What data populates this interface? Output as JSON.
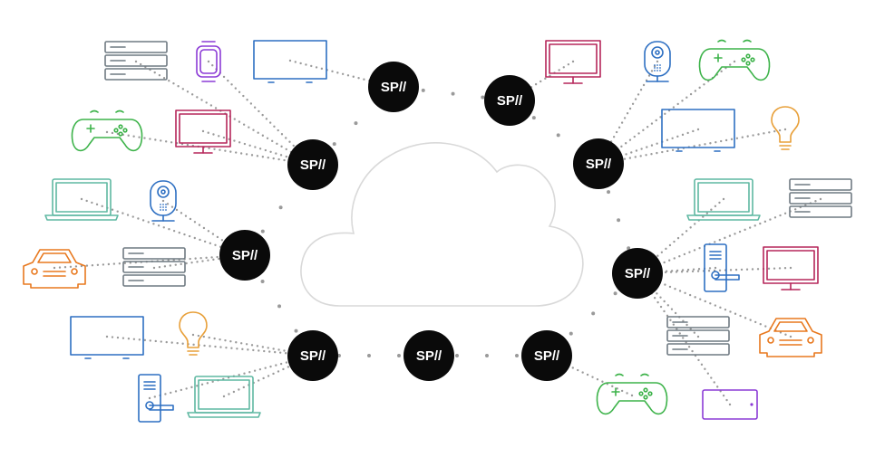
{
  "hub_label": "SP//",
  "colors": {
    "node_fill": "#0a0a0a",
    "link_dot": "#9a9a9a",
    "cloud_stroke": "#d9d9d9",
    "device_gray": "#6f7a82",
    "device_green": "#3db34a",
    "device_purple": "#8c3bd6",
    "device_blue": "#2d6fc2",
    "device_magenta": "#b5265a",
    "device_teal": "#5fb8a2",
    "device_orange": "#e8781e",
    "device_amber": "#e8a03a"
  },
  "nodes": [
    {
      "id": "n1"
    },
    {
      "id": "n2"
    },
    {
      "id": "n3"
    },
    {
      "id": "n4"
    },
    {
      "id": "n5"
    },
    {
      "id": "n6"
    },
    {
      "id": "n7"
    },
    {
      "id": "n8"
    },
    {
      "id": "n9"
    },
    {
      "id": "n10"
    }
  ],
  "devices": [
    {
      "id": "d1",
      "kind": "server-stack",
      "color": "device_gray",
      "node": "n1"
    },
    {
      "id": "d2",
      "kind": "smartwatch",
      "color": "device_purple",
      "node": "n1"
    },
    {
      "id": "d3",
      "kind": "tv",
      "color": "device_blue",
      "node": "n2"
    },
    {
      "id": "d4",
      "kind": "gamepad",
      "color": "device_green",
      "node": "n1"
    },
    {
      "id": "d5",
      "kind": "monitor",
      "color": "device_magenta",
      "node": "n1"
    },
    {
      "id": "d6",
      "kind": "laptop",
      "color": "device_teal",
      "node": "n3"
    },
    {
      "id": "d7",
      "kind": "security-camera",
      "color": "device_blue",
      "node": "n3"
    },
    {
      "id": "d8",
      "kind": "car",
      "color": "device_orange",
      "node": "n3"
    },
    {
      "id": "d9",
      "kind": "server-stack",
      "color": "device_gray",
      "node": "n3"
    },
    {
      "id": "d10",
      "kind": "tv",
      "color": "device_blue",
      "node": "n4"
    },
    {
      "id": "d11",
      "kind": "lightbulb",
      "color": "device_amber",
      "node": "n4"
    },
    {
      "id": "d12",
      "kind": "door-lock",
      "color": "device_blue",
      "node": "n4"
    },
    {
      "id": "d13",
      "kind": "laptop",
      "color": "device_teal",
      "node": "n4"
    },
    {
      "id": "d14",
      "kind": "monitor",
      "color": "device_magenta",
      "node": "n7"
    },
    {
      "id": "d15",
      "kind": "security-camera",
      "color": "device_blue",
      "node": "n8"
    },
    {
      "id": "d16",
      "kind": "gamepad",
      "color": "device_green",
      "node": "n8"
    },
    {
      "id": "d17",
      "kind": "tv",
      "color": "device_blue",
      "node": "n8"
    },
    {
      "id": "d18",
      "kind": "lightbulb",
      "color": "device_amber",
      "node": "n8"
    },
    {
      "id": "d19",
      "kind": "laptop",
      "color": "device_teal",
      "node": "n9"
    },
    {
      "id": "d20",
      "kind": "server-stack",
      "color": "device_gray",
      "node": "n9"
    },
    {
      "id": "d21",
      "kind": "door-lock",
      "color": "device_blue",
      "node": "n9"
    },
    {
      "id": "d22",
      "kind": "monitor",
      "color": "device_magenta",
      "node": "n9"
    },
    {
      "id": "d23",
      "kind": "server-stack",
      "color": "device_gray",
      "node": "n9"
    },
    {
      "id": "d24",
      "kind": "car",
      "color": "device_orange",
      "node": "n9"
    },
    {
      "id": "d25",
      "kind": "tablet",
      "color": "device_purple",
      "node": "n9"
    },
    {
      "id": "d26",
      "kind": "gamepad",
      "color": "device_green",
      "node": "n10"
    }
  ],
  "backbone": [
    [
      "n2",
      "n7"
    ],
    [
      "n7",
      "n8"
    ],
    [
      "n8",
      "n9"
    ],
    [
      "n9",
      "n10"
    ],
    [
      "n10",
      "n5"
    ],
    [
      "n5",
      "n4"
    ],
    [
      "n4",
      "n3"
    ],
    [
      "n3",
      "n1"
    ],
    [
      "n1",
      "n2"
    ]
  ]
}
